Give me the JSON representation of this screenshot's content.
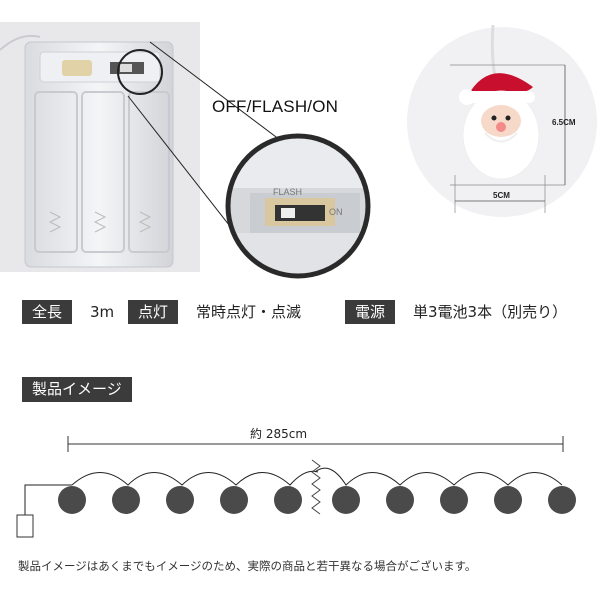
{
  "zoom_label": "OFF/FLASH/ON",
  "santa": {
    "height_label": "6.5CM",
    "width_label": "5CM"
  },
  "specs": [
    {
      "tag": "全長",
      "value": "3m"
    },
    {
      "tag": "点灯",
      "value": "常時点灯・点滅"
    },
    {
      "tag": "電源",
      "value": "単3電池3本（別売り）"
    }
  ],
  "image_section": {
    "title": "製品イメージ",
    "length_label": "約 285cm",
    "bulb_count_left": 5,
    "bulb_count_right": 5
  },
  "note": "製品イメージはあくまでもイメージのため、実際の商品と若干異なる場合がございます。",
  "colors": {
    "tag_bg": "#3b3b3b",
    "bulb": "#4a4a4a",
    "santa_red": "#c8102e"
  }
}
